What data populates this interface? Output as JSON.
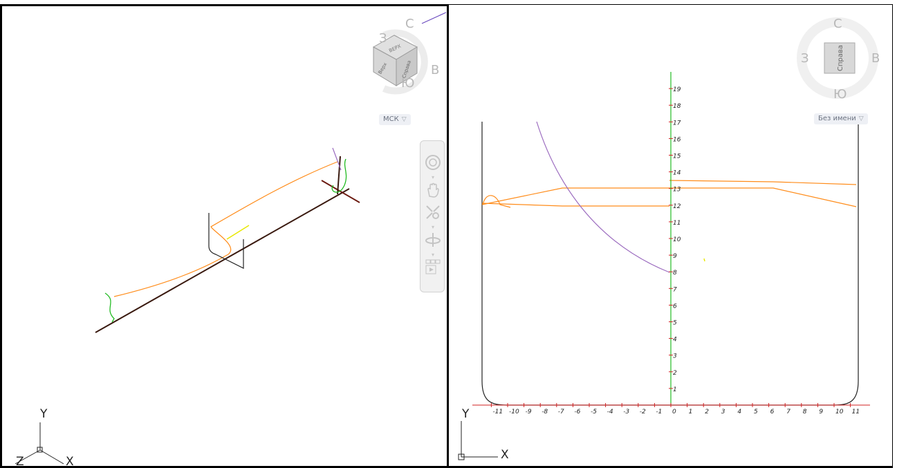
{
  "left_viewport": {
    "viewcube": {
      "north": "С",
      "west": "З",
      "east": "В",
      "south": "Ю",
      "top_face": "ВЕРХ",
      "front_face": "Верх",
      "right_face": "Справа"
    },
    "ucs_menu": {
      "label": "МСК",
      "arrow": "▽"
    },
    "ucs_icon": {
      "x": "X",
      "y": "Y",
      "z": "Z"
    }
  },
  "right_viewport": {
    "viewcube": {
      "north": "С",
      "west": "З",
      "east": "В",
      "south": "Ю",
      "face": "Справа"
    },
    "ucs_menu": {
      "label": "Без имени",
      "arrow": "▽"
    },
    "ucs_icon": {
      "x": "X",
      "y": "Y"
    },
    "x_axis_ticks": [
      "-11",
      "-10",
      "-9",
      "-8",
      "-7",
      "-6",
      "-5",
      "-4",
      "-3",
      "-2",
      "-1",
      "0",
      "1",
      "2",
      "3",
      "4",
      "5",
      "6",
      "7",
      "8",
      "9",
      "10",
      "11"
    ],
    "y_axis_ticks": [
      "1",
      "2",
      "3",
      "4",
      "5",
      "6",
      "7",
      "8",
      "9",
      "10",
      "11",
      "12",
      "13",
      "14",
      "15",
      "16",
      "17",
      "18",
      "19"
    ]
  },
  "navigation_bar": {
    "buttons": [
      "steering-wheel",
      "pan",
      "zoom",
      "orbit",
      "showmotion"
    ]
  },
  "colors": {
    "orange": "#ff8c1a",
    "purple": "#9b6bbf",
    "green": "#22bb22",
    "red_tick": "#d02020",
    "dark_line": "#3a1a10",
    "yellow": "#e8e800"
  }
}
